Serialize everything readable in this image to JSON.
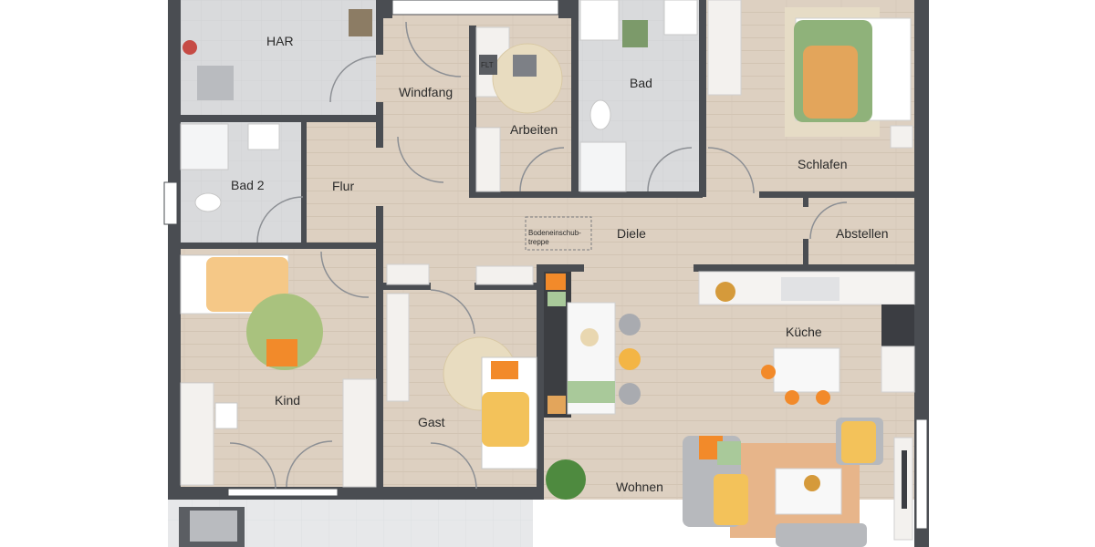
{
  "rooms": {
    "har": "HAR",
    "windfang": "Windfang",
    "arbeiten": "Arbeiten",
    "bad": "Bad",
    "bad2": "Bad 2",
    "flur": "Flur",
    "schlafen": "Schlafen",
    "diele": "Diele",
    "abstellen": "Abstellen",
    "kueche": "Küche",
    "kind": "Kind",
    "gast": "Gast",
    "wohnen": "Wohnen"
  },
  "annotations": {
    "stair_line1": "Bodeneinschub-",
    "stair_line2": "treppe",
    "box_label": "FLT"
  },
  "colors": {
    "wall": "#4a4d52",
    "wood_floor": "#ddd0c1",
    "tile_floor": "#d9dadc",
    "terrace": "#e7e8ea"
  }
}
